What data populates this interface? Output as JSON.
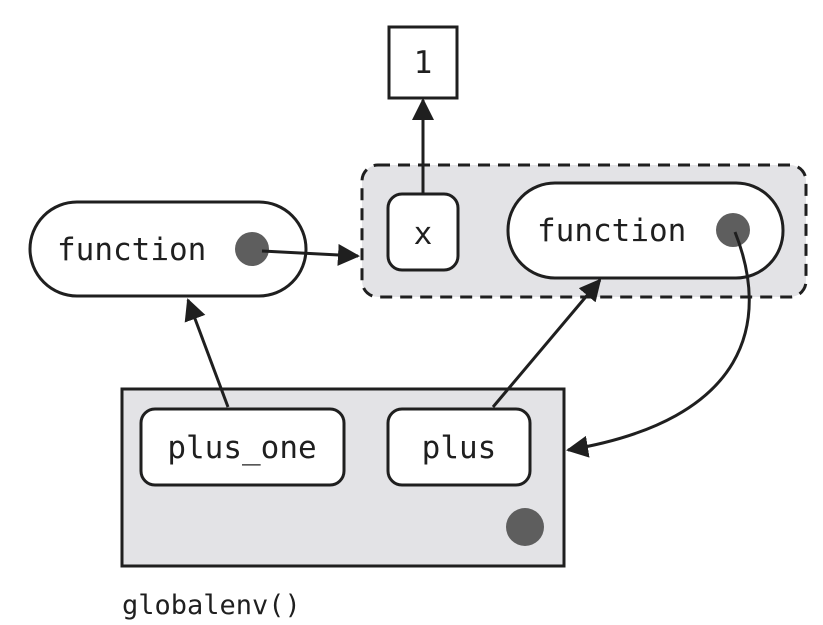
{
  "value_box": {
    "label": "1"
  },
  "enclosing_env": {
    "binding_x": "x",
    "inner_function": "function"
  },
  "outer_function": {
    "label": "function"
  },
  "global_env": {
    "binding_plus_one": "plus_one",
    "binding_plus": "plus",
    "caption": "globalenv()"
  },
  "colors": {
    "stroke": "#1f1f1f",
    "env_fill": "#e3e3e6",
    "dot": "#5e5e5e",
    "node_fill": "#ffffff"
  }
}
